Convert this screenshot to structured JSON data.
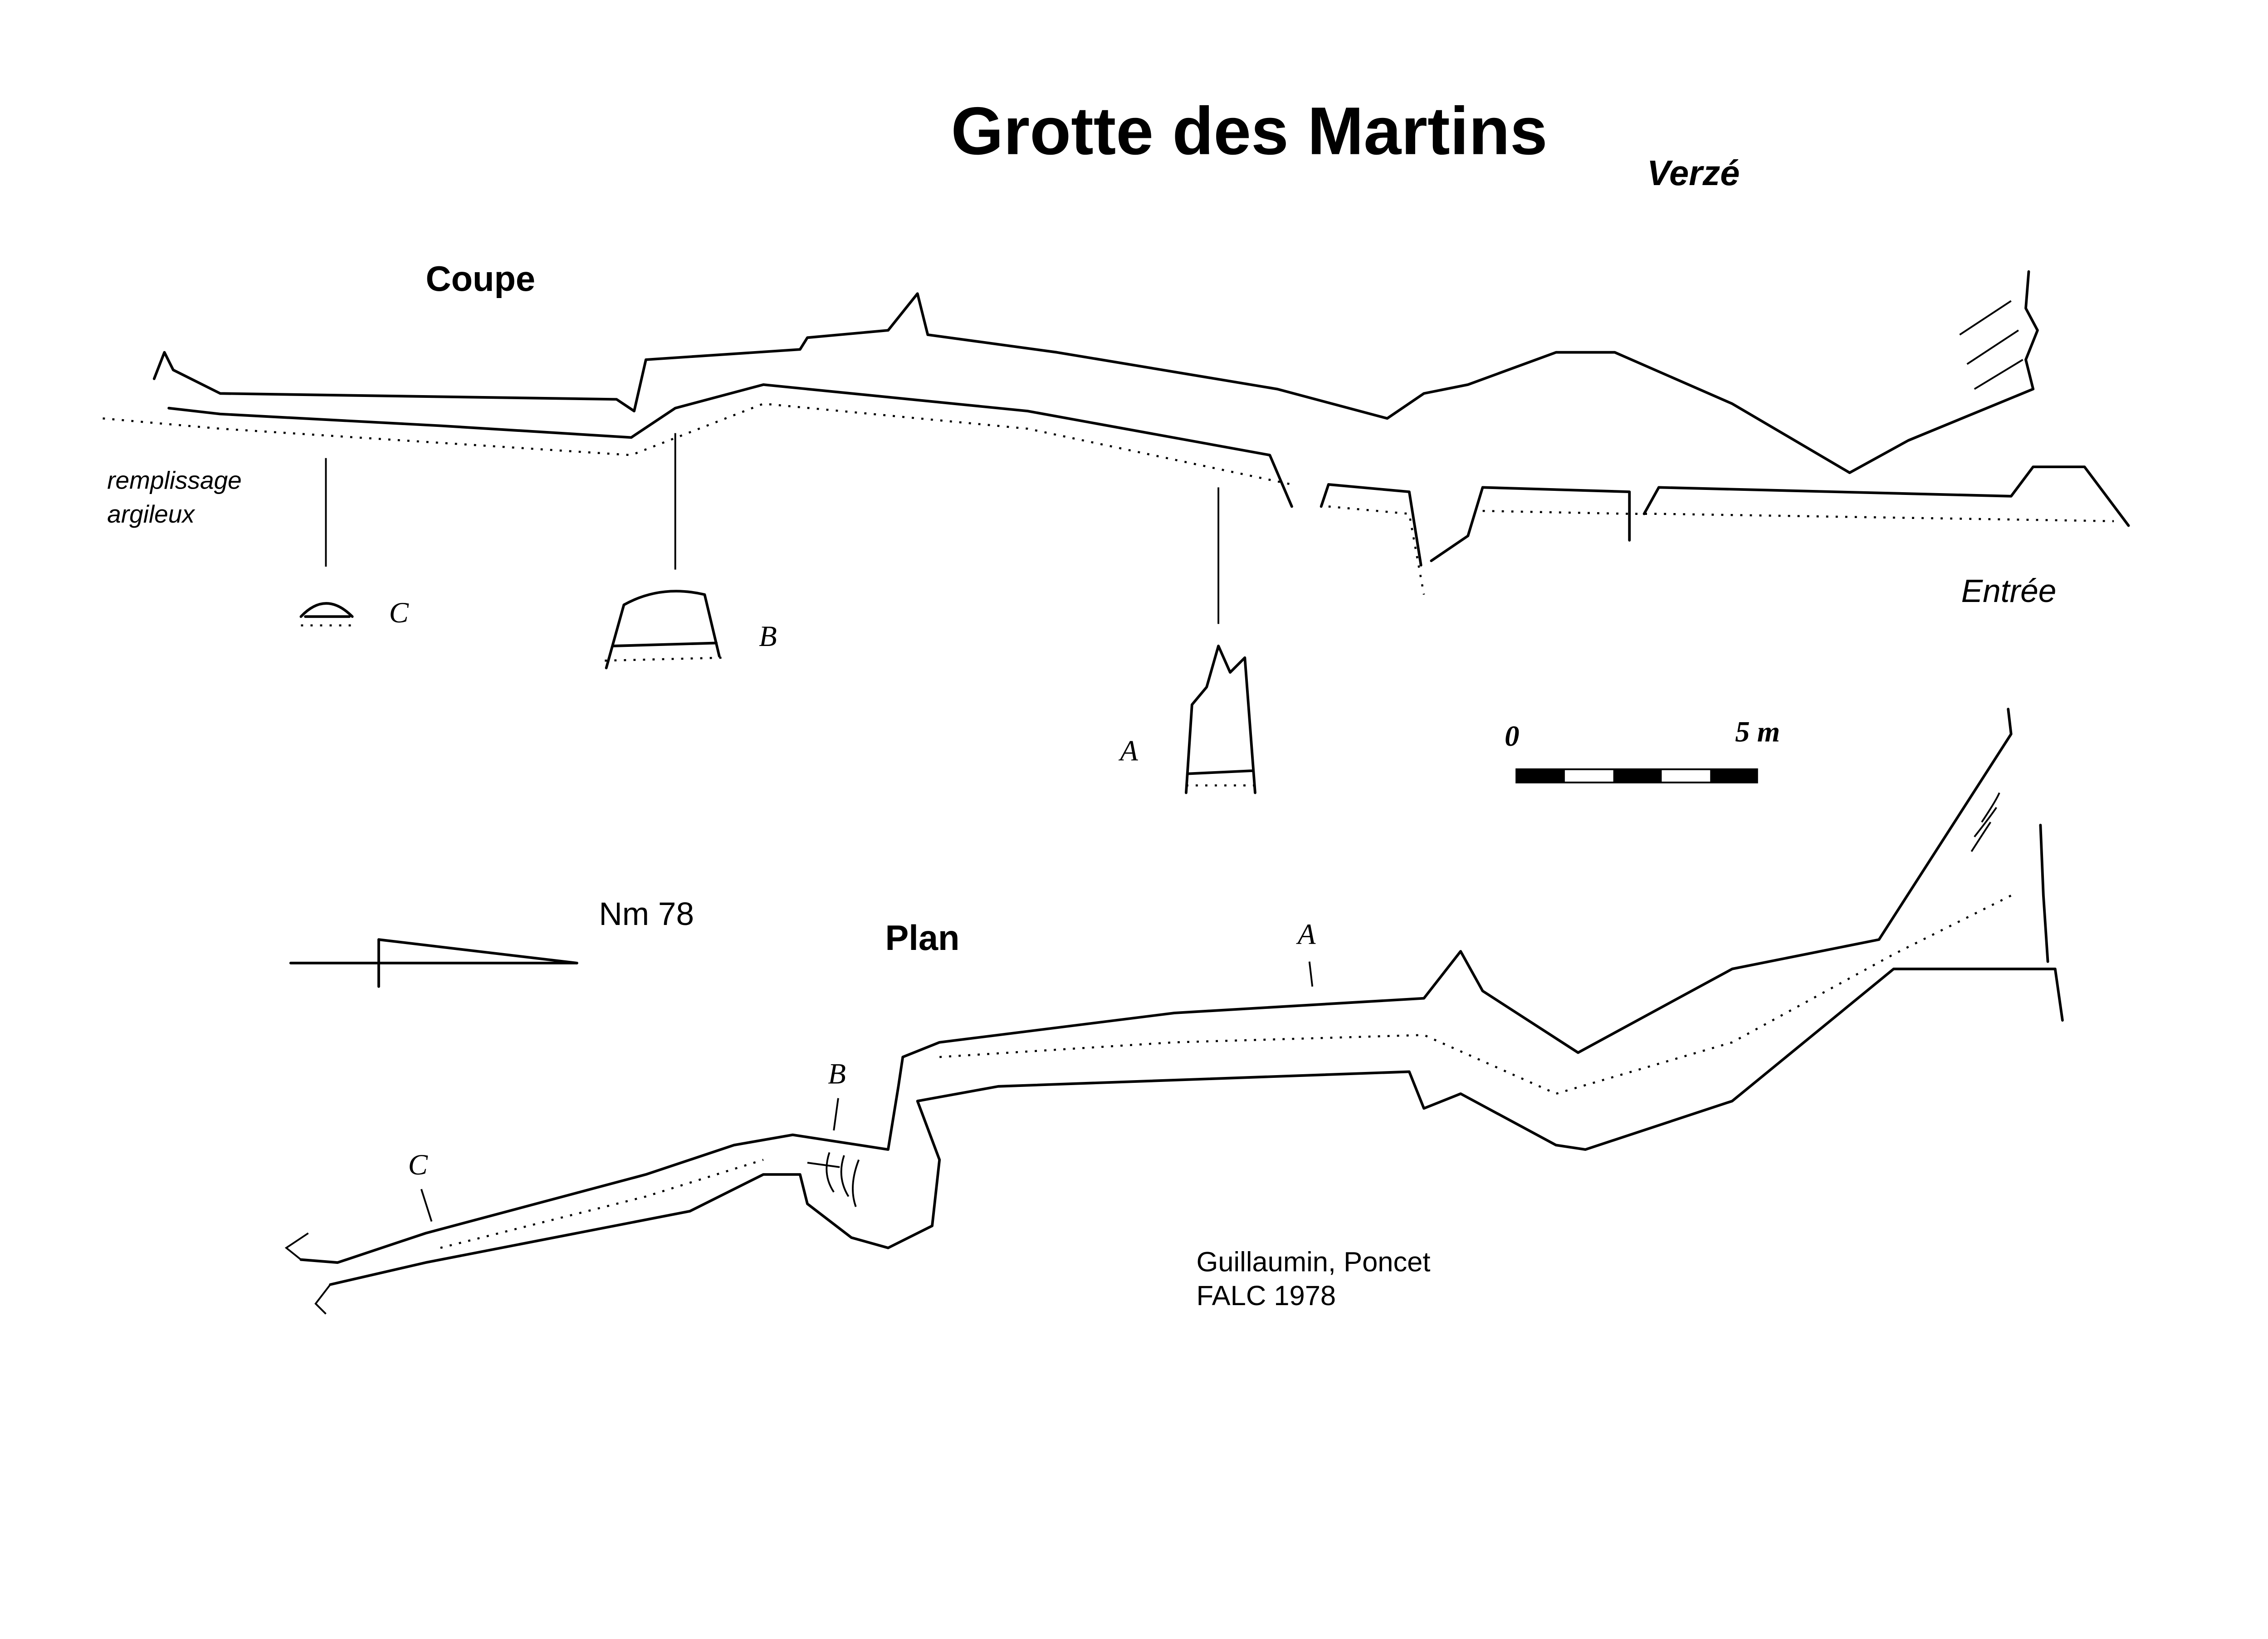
{
  "title": "Grotte des Martins",
  "location": "Verzé",
  "section": {
    "heading": "Coupe",
    "fill_label_line1": "remplissage",
    "fill_label_line2": "argileux",
    "entrance_label": "Entrée",
    "cross_sections": [
      "C",
      "B",
      "A"
    ]
  },
  "scale": {
    "start_label": "0",
    "end_label": "5 m",
    "length_m": 5,
    "segments": 5
  },
  "north": {
    "label": "Nm 78"
  },
  "plan": {
    "heading": "Plan",
    "markers": [
      "A",
      "B",
      "C"
    ]
  },
  "credits": {
    "authors": "Guillaumin, Poncet",
    "club_year": "FALC 1978"
  }
}
